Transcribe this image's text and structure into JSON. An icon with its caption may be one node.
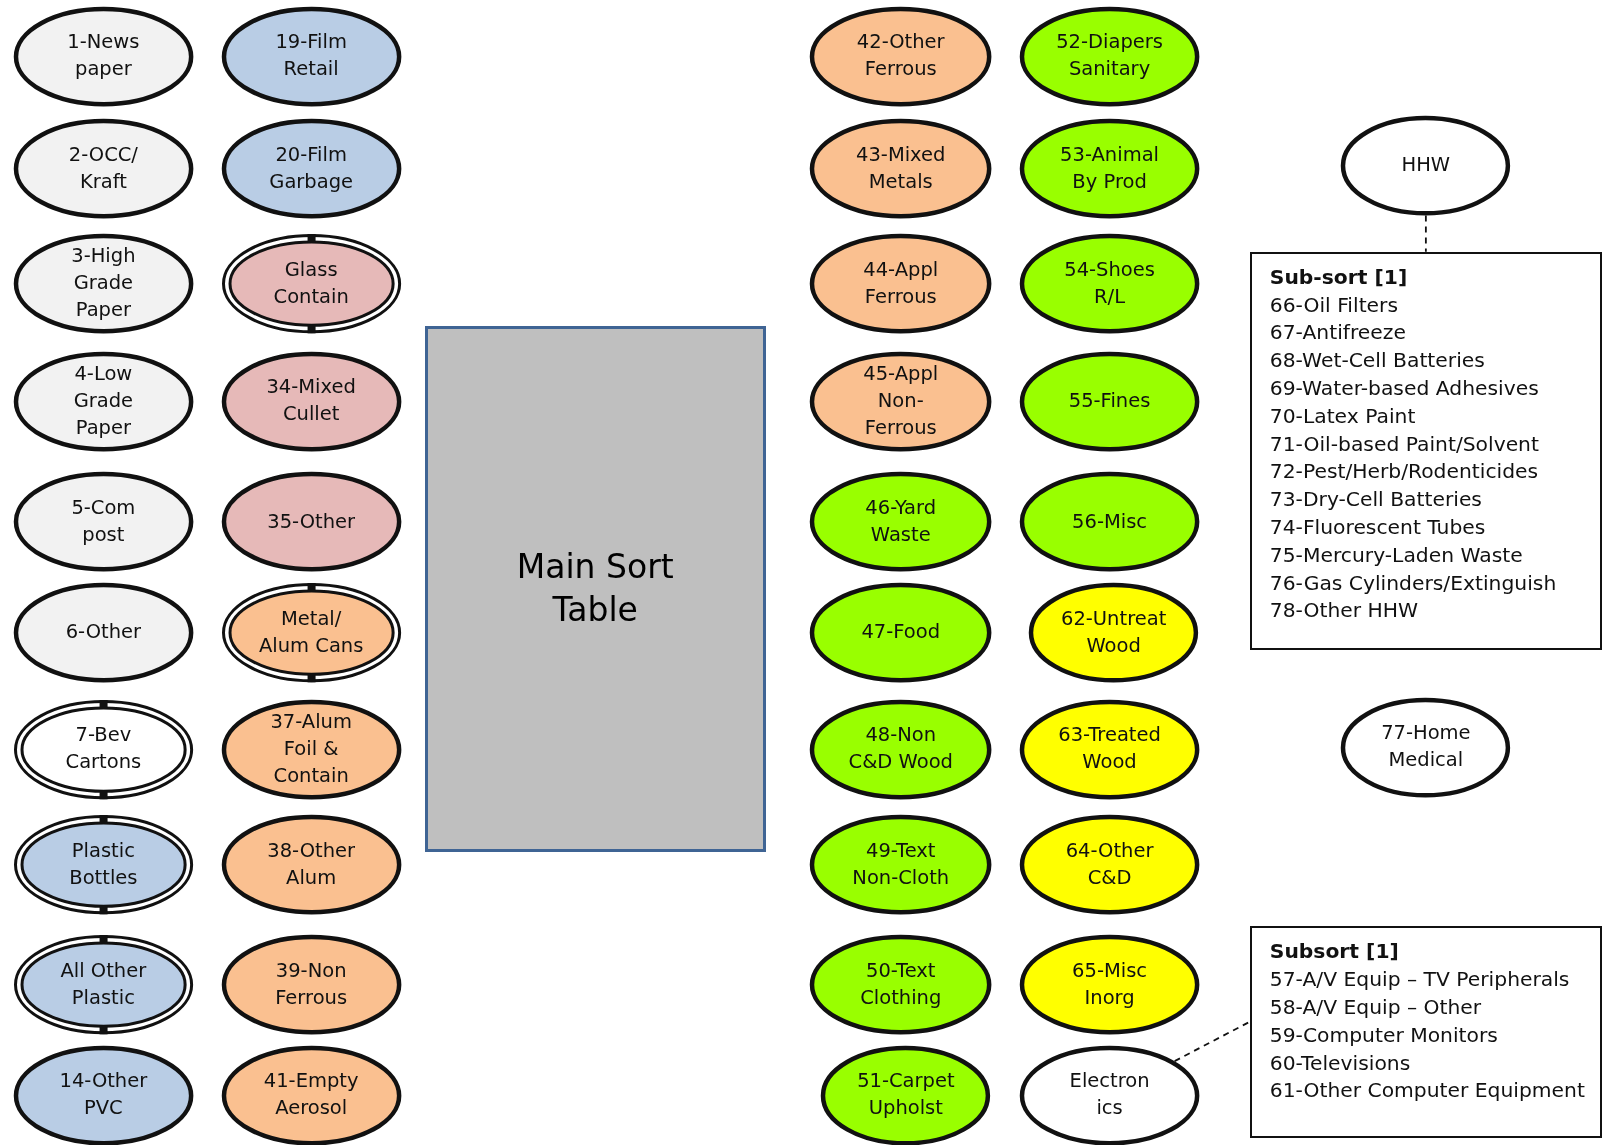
{
  "diagram": {
    "nodes": [
      {
        "text": [
          "1-News paper"
        ]
      },
      {
        "text": [
          "2-OCC/ Kraft"
        ]
      },
      {
        "text": [
          "3-High Grade Paper"
        ]
      },
      {
        "text": [
          "4-Low Grade Paper"
        ]
      },
      {
        "text": [
          "5-Com post"
        ]
      },
      {
        "text": [
          "6-Other"
        ]
      },
      {
        "text": [
          "7-Bev Cartons"
        ]
      },
      {
        "text": [
          "Plastic Bottles"
        ]
      },
      {
        "text": [
          "All Other Plastic"
        ]
      },
      {
        "text": [
          "14-Other PVC"
        ]
      },
      {
        "text": [
          "19-Film Retail"
        ]
      },
      {
        "text": [
          "20-Film Garbage"
        ]
      },
      {
        "text": [
          "Glass Contain"
        ]
      },
      {
        "text": [
          "34-Mixed Cullet"
        ]
      },
      {
        "text": [
          "35-Other"
        ]
      },
      {
        "text": [
          "Metal/ Alum Cans"
        ]
      },
      {
        "text": [
          "37-Alum Foil & Contain"
        ]
      },
      {
        "text": [
          "38-Other Alum"
        ]
      },
      {
        "text": [
          "39-Non Ferrous"
        ]
      },
      {
        "text": [
          "41-Empty Aerosol"
        ]
      },
      {
        "text": [
          "Main Sort Table"
        ]
      },
      {
        "text": [
          "42-Other Ferrous"
        ]
      },
      {
        "text": [
          "43-Mixed Metals"
        ]
      },
      {
        "text": [
          "44-Appl Ferrous"
        ]
      },
      {
        "text": [
          "45-Appl Non-Ferrous"
        ]
      },
      {
        "text": [
          "46-Yard Waste"
        ]
      },
      {
        "text": [
          "47-Food"
        ]
      },
      {
        "text": [
          "48-Non C&D Wood"
        ]
      },
      {
        "text": [
          "49-Text Non-Cloth"
        ]
      },
      {
        "text": [
          "50-Text Clothing"
        ]
      },
      {
        "text": [
          "51-Carpet Upholst"
        ]
      },
      {
        "text": [
          "52-Diapers Sanitary"
        ]
      },
      {
        "text": [
          "53-Animal By Prod"
        ]
      },
      {
        "text": [
          "54-Shoes R/L"
        ]
      },
      {
        "text": [
          "55-Fines"
        ]
      },
      {
        "text": [
          "56-Misc"
        ]
      },
      {
        "text": [
          "62-Untreat Wood"
        ]
      },
      {
        "text": [
          "63-Treated Wood"
        ]
      },
      {
        "text": [
          "64-Other C&D"
        ]
      },
      {
        "text": [
          "65-Misc Inorg"
        ]
      },
      {
        "text": [
          "Electron ics"
        ]
      },
      {
        "text": [
          "HHW"
        ]
      },
      {
        "text": [
          "Sub-sort [1]",
          "66-Oil Filters",
          "67-Antifreeze",
          "68-Wet-Cell Batteries",
          "69-Water-based Adhesives",
          "70-Latex Paint",
          "71-Oil-based Paint/Solvent",
          "72-Pest/Herb/Rodenticides",
          "73-Dry-Cell Batteries",
          "74-Fluorescent Tubes",
          "75-Mercury-Laden Waste",
          "76-Gas Cylinders/Extinguish",
          "78-Other HHW"
        ]
      },
      {
        "text": [
          "77-Home Medical"
        ]
      },
      {
        "text": [
          "Subsort [1]",
          "57-A/V Equip – TV Peripherals",
          "58-A/V Equip – Other",
          "59-Computer Monitors",
          "60-Televisions",
          "61-Other Computer Equipment"
        ]
      }
    ],
    "edges": [
      {
        "from": 41,
        "to": 42,
        "arrow": "none",
        "style": "dashed"
      },
      {
        "from": 40,
        "to": 44,
        "arrow": "none",
        "style": "dashed"
      }
    ]
  }
}
